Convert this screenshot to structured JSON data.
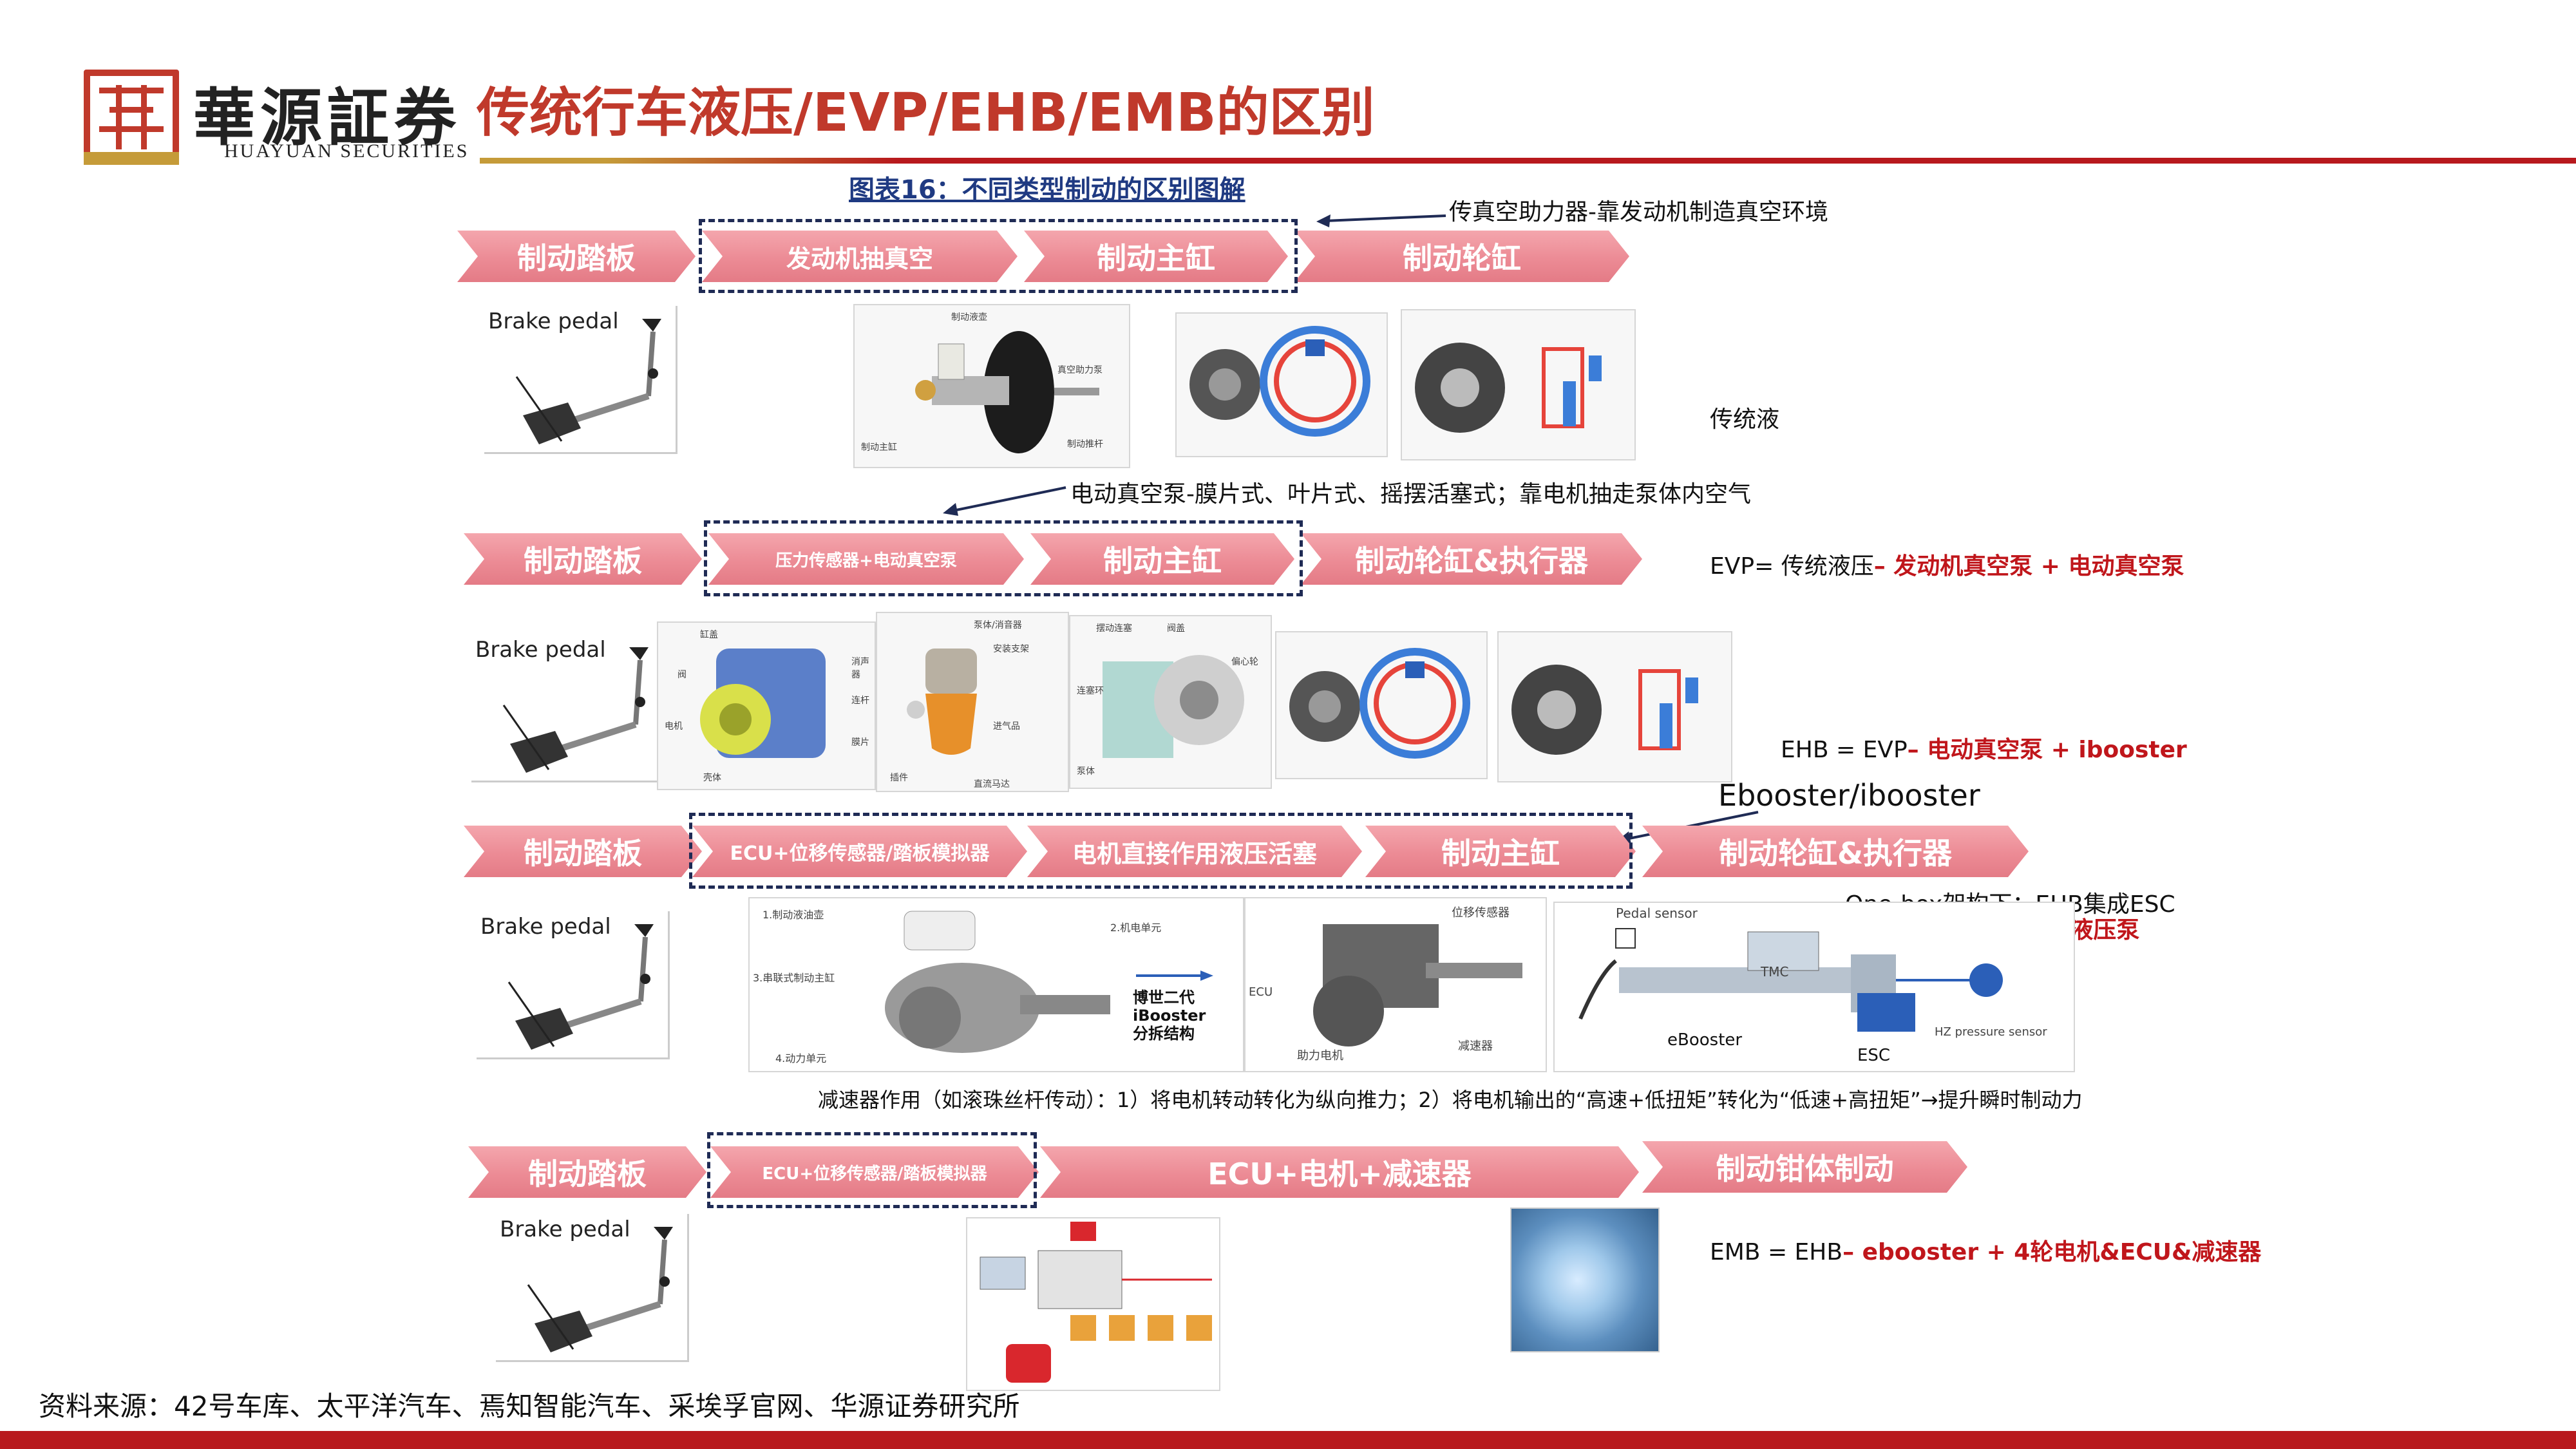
{
  "header": {
    "logo_cn": "華源証券",
    "logo_en": "HUAYUAN SECURITIES",
    "title": "传统行车液压/EVP/EHB/EMB的区别"
  },
  "caption": "图表16：不同类型制动的区别图解",
  "rows": [
    {
      "steps": [
        "制动踏板",
        "发动机抽真空",
        "制动主缸",
        "制动轮缸"
      ],
      "pedal_label": "Brake pedal"
    },
    {
      "steps": [
        "制动踏板",
        "压力传感器+电动真空泵",
        "制动主缸",
        "制动轮缸&执行器"
      ],
      "pedal_label": "Brake pedal"
    },
    {
      "steps": [
        "制动踏板",
        "ECU+位移传感器/踏板模拟器",
        "电机直接作用液压活塞",
        "制动主缸",
        "制动轮缸&执行器"
      ],
      "pedal_label": "Brake pedal"
    },
    {
      "steps": [
        "制动踏板",
        "ECU+位移传感器/踏板模拟器",
        "ECU+电机+减速器",
        "制动钳体制动"
      ],
      "pedal_label": "Brake pedal"
    }
  ],
  "notes": {
    "vacuum_booster": "传真空助力器-靠发动机制造真空环境",
    "traditional": "传统液",
    "electric_pump": "电动真空泵-膜片式、叶片式、摇摆活塞式；靠电机抽走泵体内空气",
    "evp_prefix": "EVP= 传统液压",
    "evp_red": "– 发动机真空泵 + 电动真空泵",
    "ehb_prefix": "EHB = EVP",
    "ehb_red": "– 电动真空泵 + ibooster",
    "ebooster": "Ebooster/ibooster",
    "onebox": "One-box架构下：EHB集成ESC",
    "onebox_red": "引入高速电磁阀组&液压泵",
    "reducer": "减速器作用（如滚珠丝杆传动）：1）将电机转动转化为纵向推力；2）将电机输出的“高速+低扭矩”转化为“低速+高扭矩”→提升瞬时制动力",
    "emb_prefix": "EMB = EHB",
    "emb_red": "– ebooster + 4轮电机&ECU&减速器"
  },
  "images": {
    "booster_labels": [
      "制动液壶",
      "真空助力泵",
      "制动主缸",
      "制动推杆"
    ],
    "pump_labels": [
      "缸盖",
      "阀",
      "电机",
      "消声器",
      "连杆",
      "膜片",
      "壳体",
      "泵体/消音器",
      "安装支架",
      "进气品",
      "插件",
      "直流马达",
      "摆动连塞",
      "阀盖",
      "偏心轮",
      "泵体",
      "连塞环"
    ],
    "ibooster_labels": [
      "1.制动液油壶",
      "2.机电单元",
      "3.串联式制动主缸",
      "4.动力单元"
    ],
    "ibooster_title": "博世二代iBooster分拆结构",
    "ibooster_parts": [
      "ECU",
      "位移传感器",
      "助力电机",
      "减速器"
    ],
    "schematic_labels": [
      "Pedal sensor",
      "TMC",
      "eBooster",
      "ESC",
      "HZ pressure sensor"
    ]
  },
  "source": "资料来源：42号车库、太平洋汽车、焉知智能汽车、采埃孚官网、华源证券研究所"
}
